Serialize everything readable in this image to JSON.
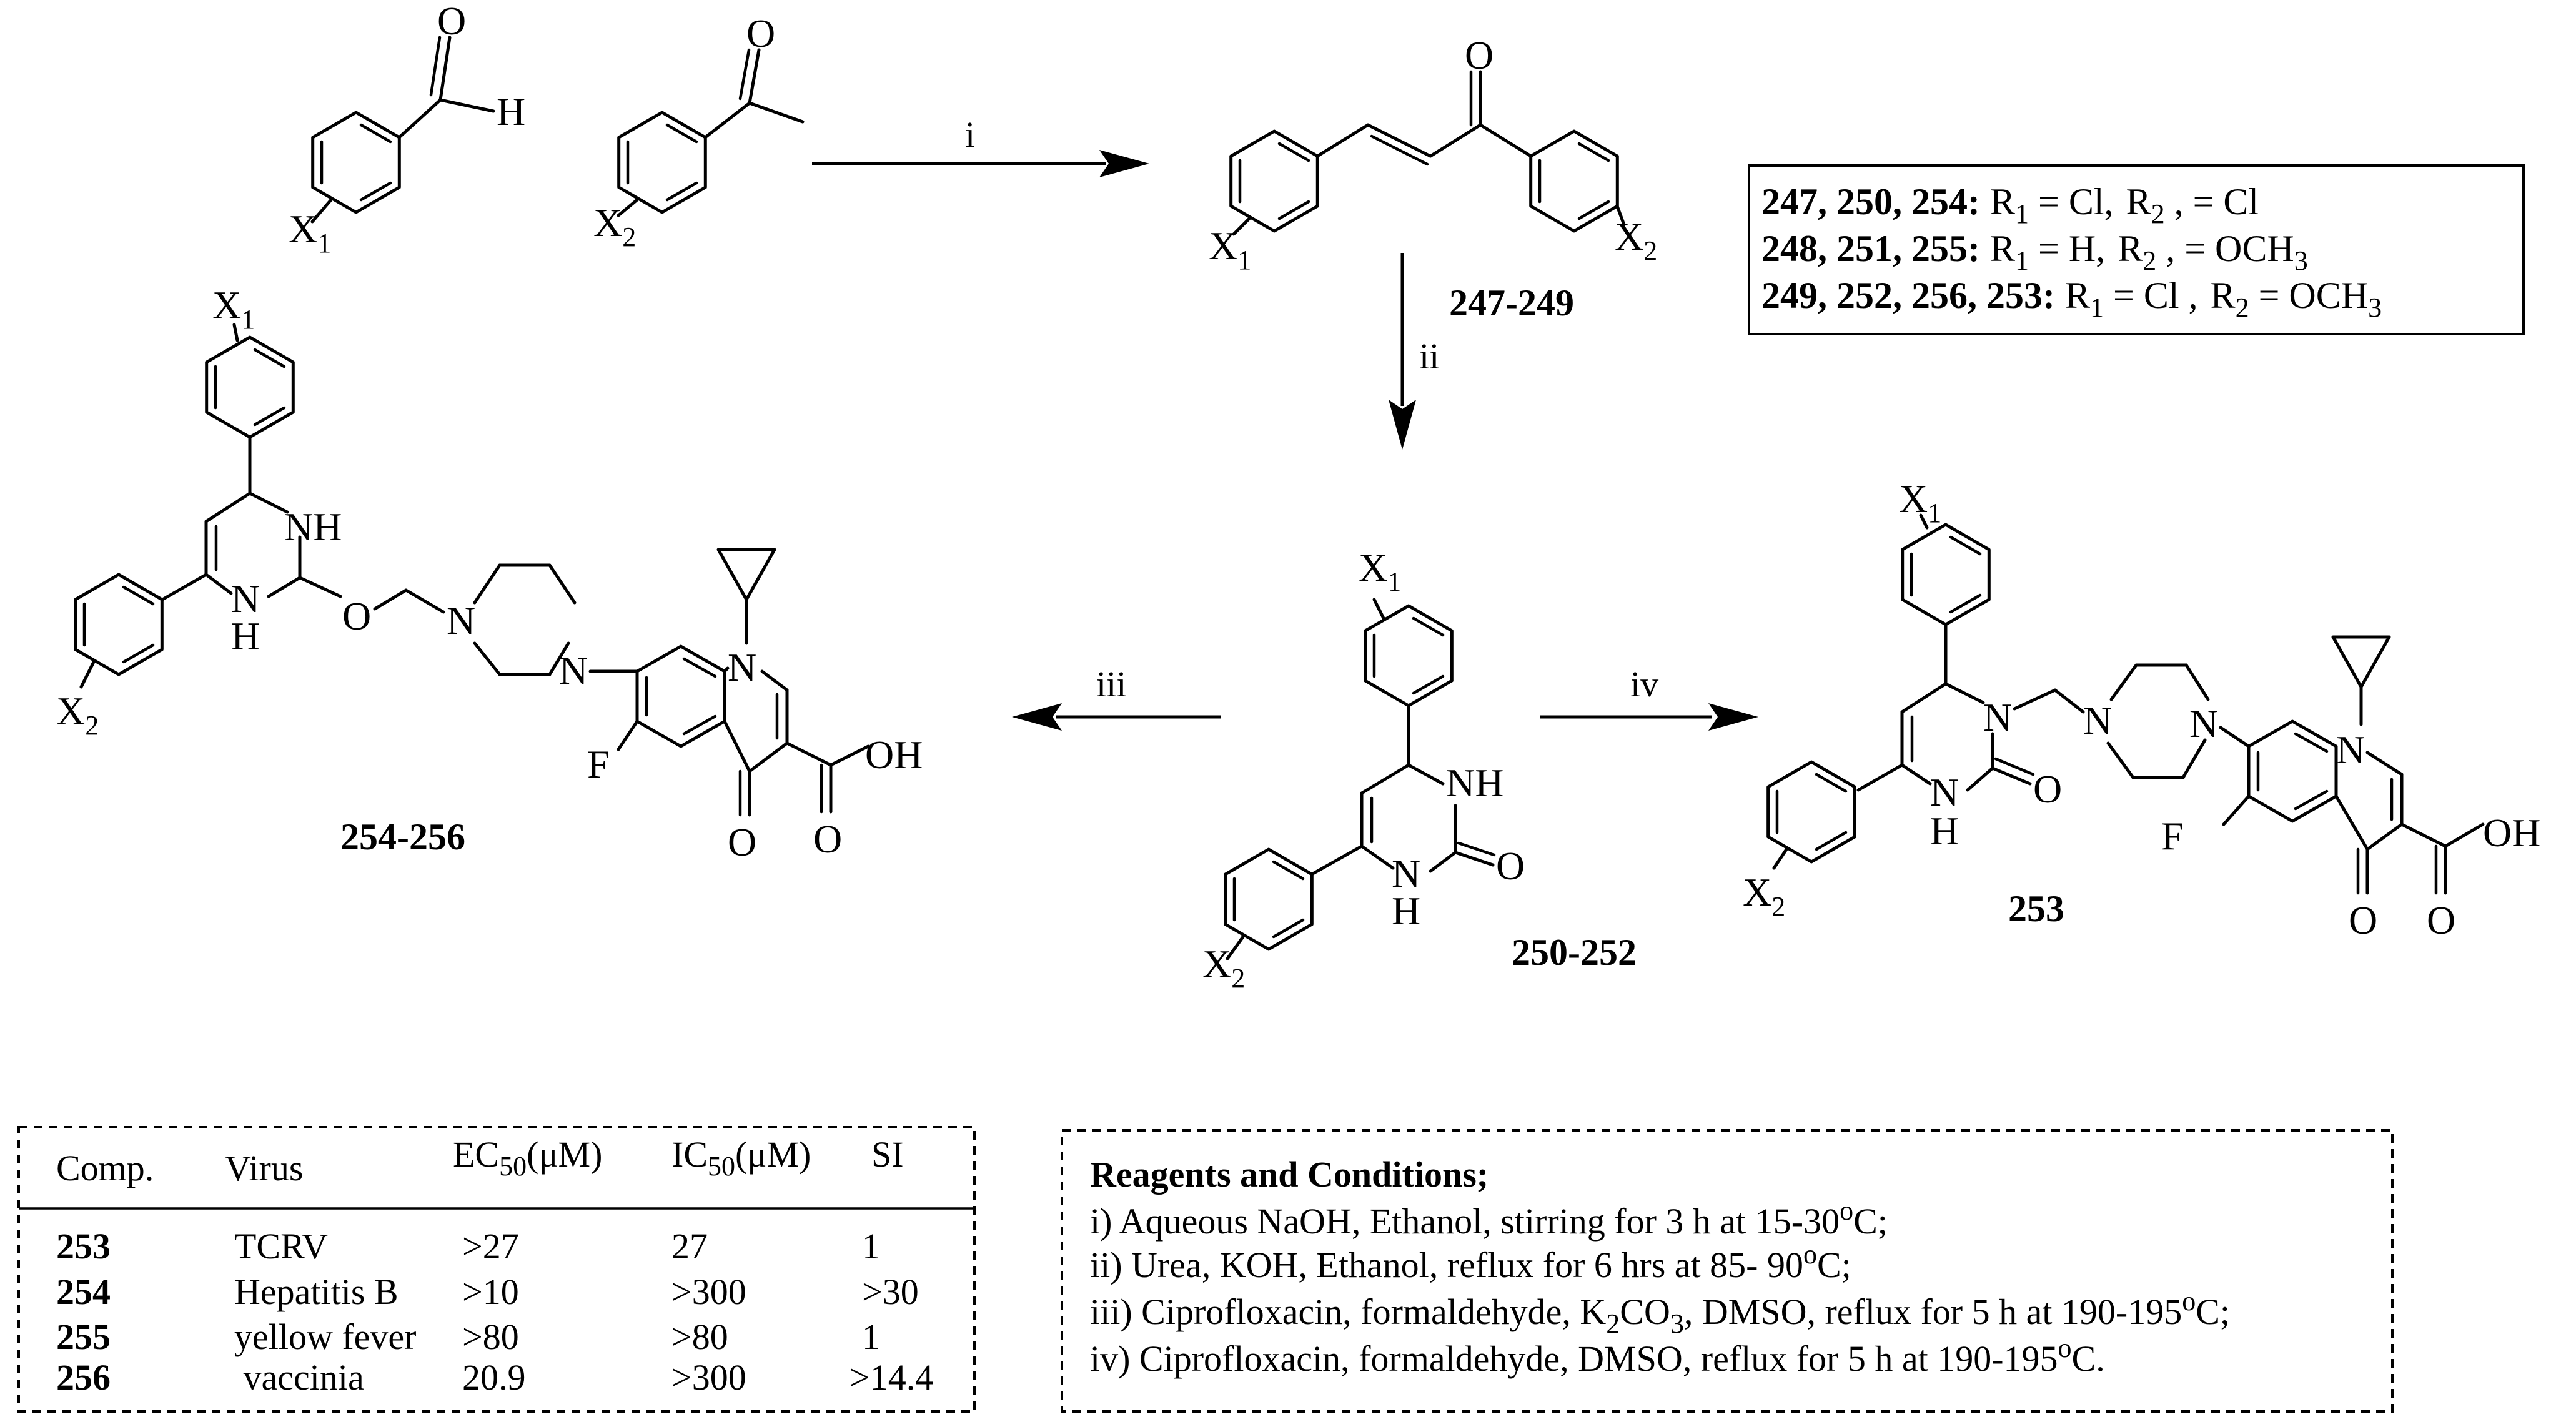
{
  "steps": {
    "i": "i",
    "ii": "ii",
    "iii": "iii",
    "iv": "iv"
  },
  "atoms": {
    "O": "O",
    "H": "H",
    "X": "X",
    "NH": "NH",
    "N": "N",
    "F": "F",
    "OH": "OH",
    "sub1": "1",
    "sub2": "2"
  },
  "compounds": {
    "chalcones": "247-249",
    "pyrimidinones": "250-252",
    "ether_hybrids": "254-256",
    "n_hybrid": "253"
  },
  "legend": {
    "rows": [
      {
        "ids": "247, 250, 254:",
        "r1": "R",
        "r1_sub": "1",
        "r1_val": " =   Cl,",
        "r2": "R",
        "r2_sub": "2",
        "r2_val": " , =  Cl"
      },
      {
        "ids": "248, 251, 255:",
        "r1": "R",
        "r1_sub": "1",
        "r1_val": " =   H,",
        "r2": "R",
        "r2_sub": "2",
        "r2_val": " , =  OCH",
        "r2_tail_sub": "3"
      },
      {
        "ids": "249, 252, 256, 253:",
        "r1": "R",
        "r1_sub": "1",
        "r1_val": " =   Cl ,",
        "r2": "R",
        "r2_sub": "2",
        "r2_val": "  =  OCH",
        "r2_tail_sub": "3"
      }
    ]
  },
  "activity_table": {
    "headers": {
      "comp": "Comp.",
      "virus": "Virus",
      "ec": "EC",
      "ec_sub": "50",
      "ec_unit": "(μM)",
      "ic": "IC",
      "ic_sub": "50",
      "ic_unit": "(μM)",
      "si": "SI"
    },
    "rows": [
      {
        "comp": "253",
        "virus": "TCRV",
        "ec": ">27",
        "ic": "27",
        "si": "1"
      },
      {
        "comp": "254",
        "virus": "Hepatitis B",
        "ec": ">10",
        "ic": ">300",
        "si": ">30"
      },
      {
        "comp": "255",
        "virus": "yellow fever",
        "ec": ">80",
        "ic": ">80",
        "si": "1"
      },
      {
        "comp": "256",
        "virus": " vaccinia",
        "ec": "20.9",
        "ic": ">300",
        "si": ">14.4"
      }
    ]
  },
  "conditions": {
    "title": "Reagents and Conditions;",
    "lines": [
      {
        "pre": "i) Aqueous NaOH, Ethanol, stirring for 3 h at 15-30",
        "sup": "o",
        "post": "C;"
      },
      {
        "pre": "ii) Urea, KOH, Ethanol, reflux for 6 hrs at 85- 90",
        "sup": "o",
        "post": "C;"
      },
      {
        "pre": "iii) Ciprofloxacin, formaldehyde, K",
        "sub1": "2",
        "mid": "CO",
        "sub2": "3",
        "post2": ", DMSO, reflux for 5 h at 190-195",
        "sup": "o",
        "post": "C;"
      },
      {
        "pre": "iv) Ciprofloxacin, formaldehyde, DMSO, reflux for 5 h at 190-195",
        "sup": "o",
        "post": "C."
      }
    ]
  }
}
